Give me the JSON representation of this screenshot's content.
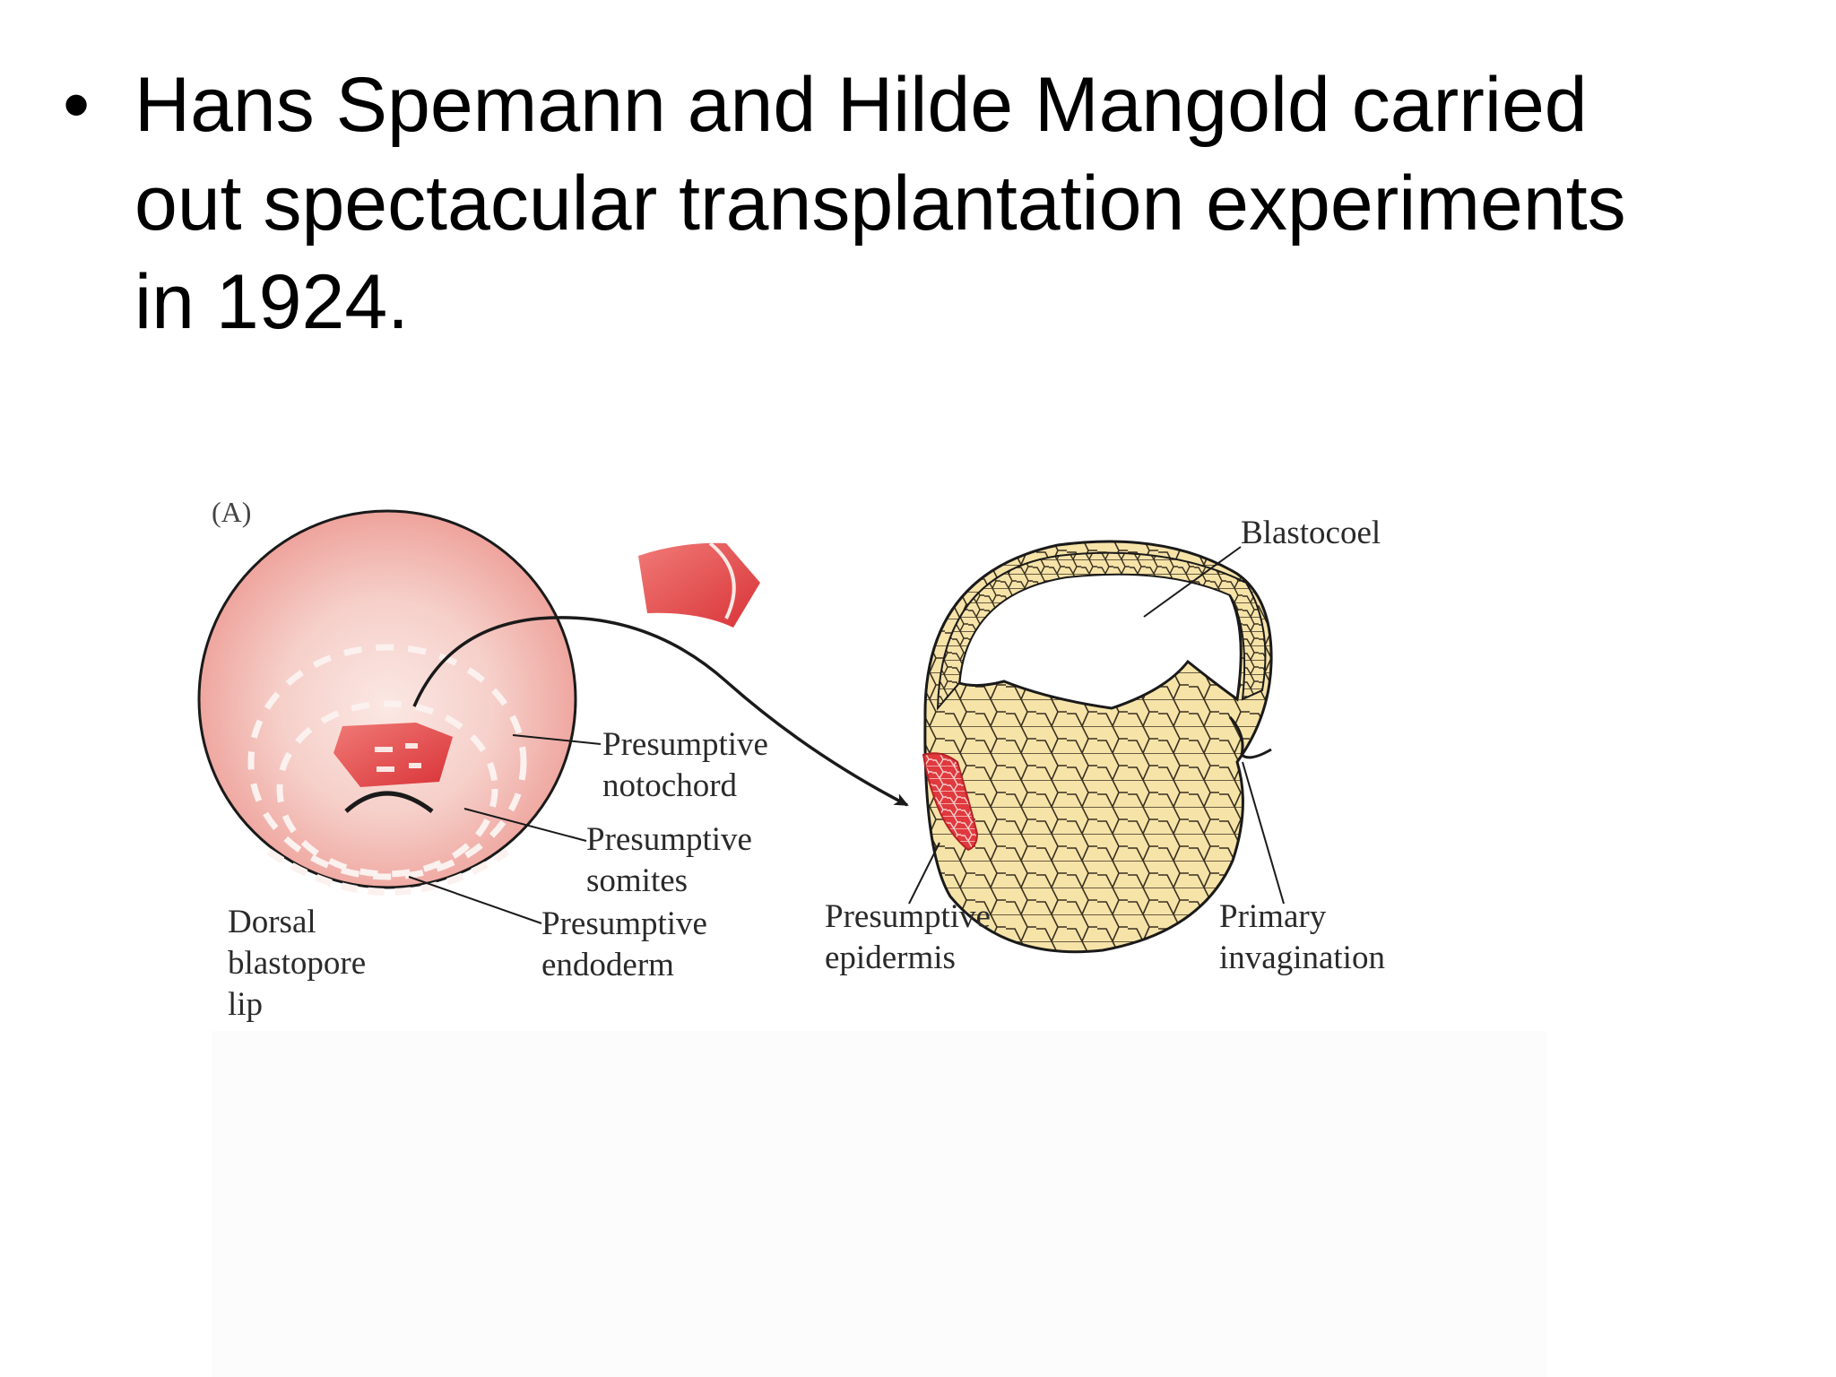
{
  "slide": {
    "bullet_symbol": "•",
    "bullet_text_line1": "Hans Spemann and Hilde Mangold carried",
    "bullet_text_line2": "out spectacular transplantation experiments",
    "bullet_text_line3": "in 1924."
  },
  "figure": {
    "panel_label": "(A)",
    "labels": {
      "presumptive_notochord_1": "Presumptive",
      "presumptive_notochord_2": "notochord",
      "presumptive_somites_1": "Presumptive",
      "presumptive_somites_2": "somites",
      "presumptive_endoderm_1": "Presumptive",
      "presumptive_endoderm_2": "endoderm",
      "dorsal_lip_1": "Dorsal",
      "dorsal_lip_2": "blastopore",
      "dorsal_lip_3": "lip",
      "presumptive_epidermis_1": "Presumptive",
      "presumptive_epidermis_2": "epidermis",
      "blastocoel": "Blastocoel",
      "primary_invagination_1": "Primary",
      "primary_invagination_2": "invagination"
    },
    "colors": {
      "embryo_fill": "#f2b3ad",
      "graft_red": "#e2474b",
      "cell_yellow": "#f6e3a8",
      "outline": "#1a1a1a"
    }
  }
}
